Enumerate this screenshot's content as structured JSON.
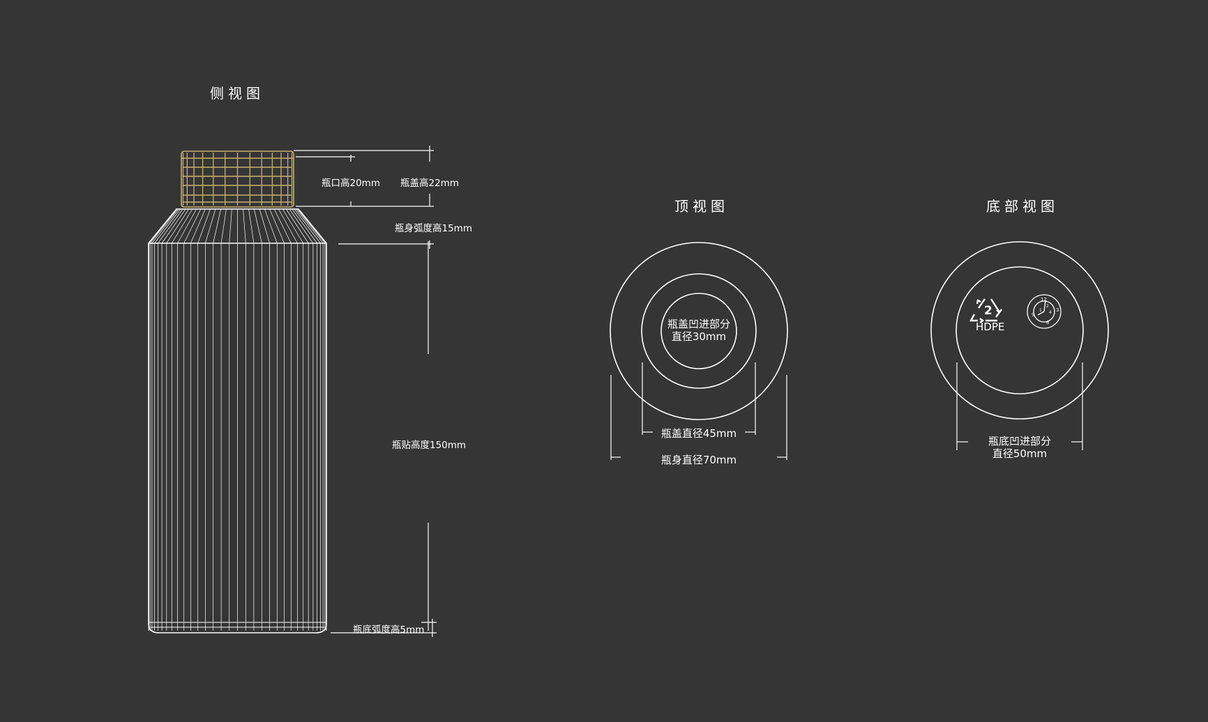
{
  "side_view": {
    "title": "侧视图",
    "labels": {
      "neck_height": "瓶口高20mm",
      "cap_height": "瓶盖高22mm",
      "shoulder_height": "瓶身弧度高15mm",
      "label_height": "瓶贴高度150mm",
      "base_curve_height": "瓶底弧度高5mm"
    },
    "cap_color": "#c9b16a",
    "line_color": "#ffffff"
  },
  "top_view": {
    "title": "顶视图",
    "inner_label_line1": "瓶盖凹进部分",
    "inner_label_line2": "直径30mm",
    "cap_diameter": "瓶盖直径45mm",
    "body_diameter": "瓶身直径70mm"
  },
  "bottom_view": {
    "title": "底部视图",
    "recycle_number": "2",
    "recycle_text": "HDPE",
    "inner_label_line1": "瓶底凹进部分",
    "inner_label_line2": "直径50mm",
    "dial_numbers": [
      "12",
      "3",
      "6",
      "9",
      "1",
      "2",
      "4"
    ]
  },
  "colors": {
    "background": "#353535",
    "line": "#ffffff",
    "accent": "#c9b16a"
  }
}
